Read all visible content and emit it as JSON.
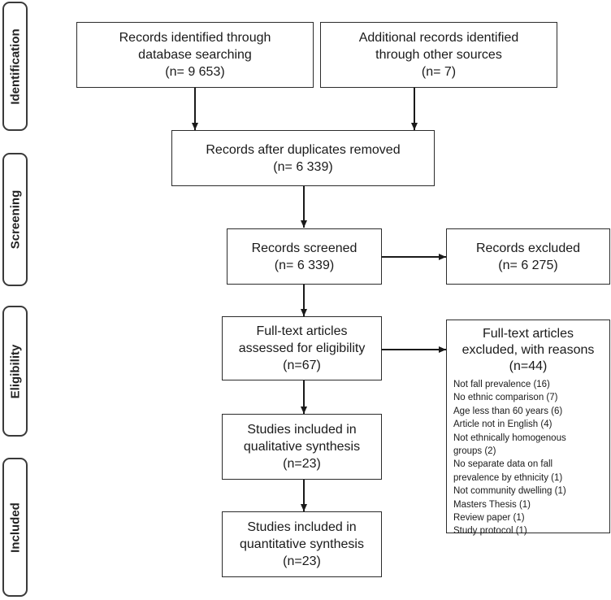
{
  "stages": {
    "identification": "Identification",
    "screening": "Screening",
    "eligibility": "Eligibility",
    "included": "Included"
  },
  "boxes": {
    "database": {
      "line1": "Records identified through",
      "line2": "database searching",
      "line3": "(n= 9 653)"
    },
    "other_sources": {
      "line1": "Additional records identified",
      "line2": "through other sources",
      "line3": "(n= 7)"
    },
    "duplicates_removed": {
      "line1": "Records after duplicates removed",
      "line2": "(n= 6 339)"
    },
    "screened": {
      "line1": "Records screened",
      "line2": "(n= 6 339)"
    },
    "excluded": {
      "line1": "Records excluded",
      "line2": "(n= 6 275)"
    },
    "fulltext": {
      "line1": "Full-text articles",
      "line2": "assessed for eligibility",
      "line3": "(n=67)"
    },
    "qualitative": {
      "line1": "Studies included in",
      "line2": "qualitative synthesis",
      "line3": "(n=23)"
    },
    "quantitative": {
      "line1": "Studies included in",
      "line2": "quantitative synthesis",
      "line3": "(n=23)"
    },
    "fulltext_excluded": {
      "line1": "Full-text articles",
      "line2": "excluded, with reasons",
      "line3": "(n=44)",
      "reasons": [
        "Not fall prevalence (16)",
        "No ethnic comparison (7)",
        "Age less than 60 years (6)",
        "Article not in English (4)",
        "Not ethnically homogenous",
        "groups (2)",
        "No separate data on fall",
        "prevalence by ethnicity (1)",
        "Not community dwelling (1)",
        "Masters Thesis (1)",
        "Review paper (1)",
        "Study protocol (1)"
      ]
    }
  }
}
